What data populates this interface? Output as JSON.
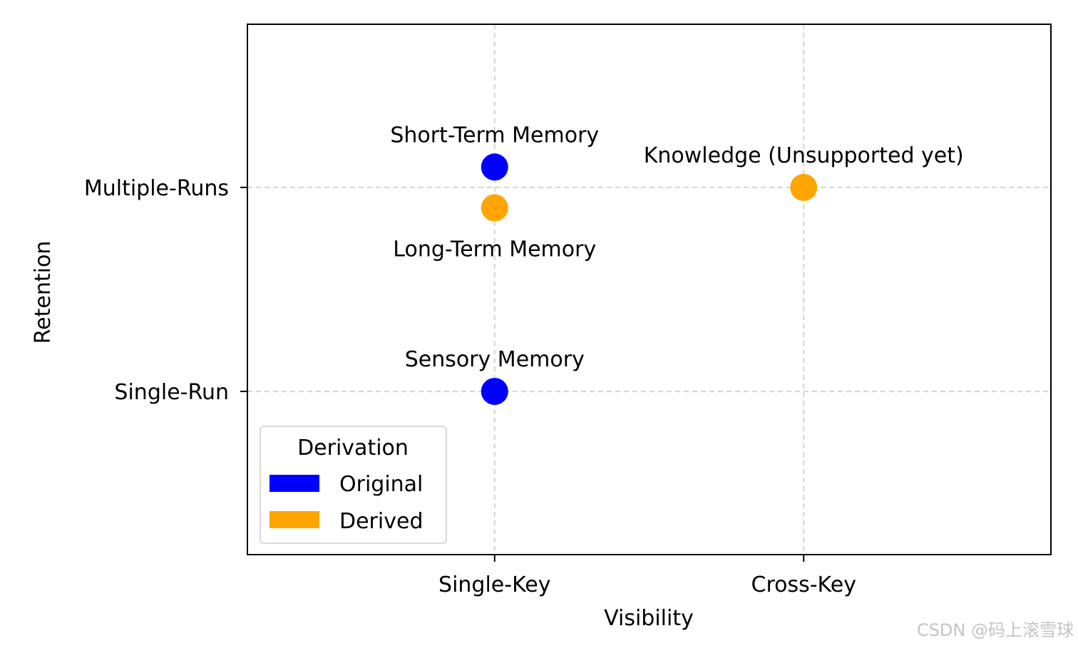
{
  "chart_data": {
    "type": "scatter",
    "xlabel": "Visibility",
    "ylabel": "Retention",
    "x_categories": [
      "Single-Key",
      "Cross-Key"
    ],
    "y_categories": [
      "Single-Run",
      "Multiple-Runs"
    ],
    "xlim": [
      -0.8,
      1.8
    ],
    "ylim": [
      -0.8,
      1.8
    ],
    "grid": true,
    "legend": {
      "title": "Derivation",
      "placement": "lower-left",
      "entries": [
        {
          "label": "Original",
          "color": "#0000ff"
        },
        {
          "label": "Derived",
          "color": "#ffa500"
        }
      ]
    },
    "points": [
      {
        "label": "Sensory Memory",
        "x": 0,
        "y": 0,
        "derivation": "Original",
        "color": "#0000ff",
        "label_position": "above"
      },
      {
        "label": "Short-Term Memory",
        "x": 0,
        "y": 1.1,
        "derivation": "Original",
        "color": "#0000ff",
        "label_position": "above"
      },
      {
        "label": "Long-Term Memory",
        "x": 0,
        "y": 0.9,
        "derivation": "Derived",
        "color": "#ffa500",
        "label_position": "below"
      },
      {
        "label": "Knowledge (Unsupported yet)",
        "x": 1,
        "y": 1,
        "derivation": "Derived",
        "color": "#ffa500",
        "label_position": "above"
      }
    ]
  },
  "watermark": "CSDN @码上滚雪球"
}
